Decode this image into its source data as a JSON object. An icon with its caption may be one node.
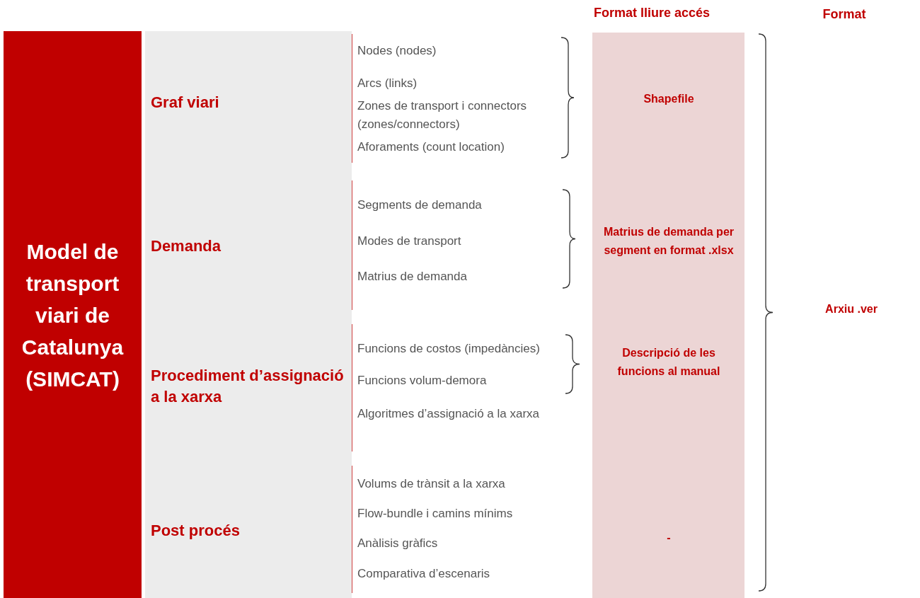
{
  "diagram": {
    "nodes": [
      {
        "text": [
          "Model de transport viari de Catalunya (SIMCAT)"
        ]
      },
      {
        "text": [
          "Graf viari",
          "Demanda",
          "Procediment d’assignació a la xarxa",
          "Post procés"
        ]
      },
      {
        "text": [
          "Format lliure accés",
          "Shapefile",
          "Matrius de demanda per segment en format .xlsx",
          "Descripció de les funcions al manual",
          "-"
        ]
      }
    ],
    "labels": [
      "Nodes (nodes)",
      "Arcs (links)",
      "Zones de transport i connectors (zones/connectors)",
      "Aforaments (count location)",
      "Segments de demanda",
      "Modes de transport",
      "Matrius de demanda",
      "Funcions de costos (impedàncies)",
      "Funcions volum-demora",
      "Algoritmes d’assignació a la xarxa",
      "Volums de trànsit a la xarxa",
      "Flow-bundle i camins mínims",
      "Anàlisis gràfics",
      "Comparativa d’escenaris",
      "Format",
      "Arxiu .ver"
    ]
  }
}
